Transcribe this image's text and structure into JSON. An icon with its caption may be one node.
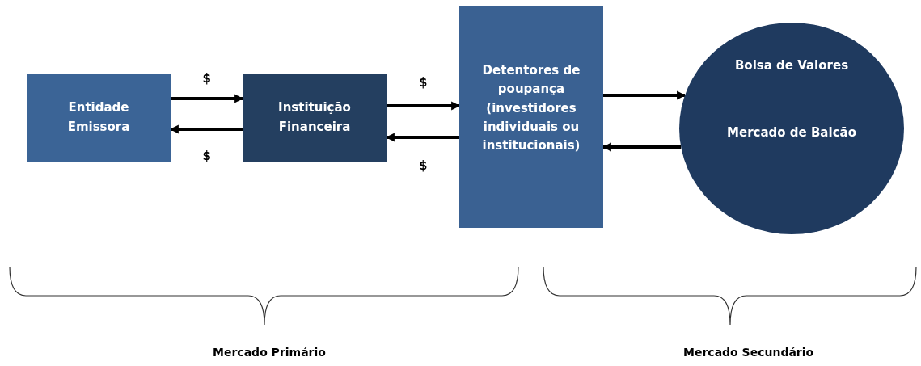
{
  "diagram": {
    "nodes": [
      {
        "text": [
          "Entidade Emissora"
        ]
      },
      {
        "text": [
          "Instituição Financeira"
        ]
      },
      {
        "text": [
          "Detentores de poupança (investidores individuais ou institucionais)"
        ]
      },
      {
        "text": [
          "Bolsa de Valores",
          "Mercado de Balcão"
        ]
      }
    ],
    "edges": [
      {
        "from": 0,
        "to": 1,
        "arrow": "to",
        "label": "$"
      },
      {
        "from": 1,
        "to": 0,
        "arrow": "to",
        "label": "$"
      },
      {
        "from": 1,
        "to": 2,
        "arrow": "to",
        "label": "$"
      },
      {
        "from": 2,
        "to": 1,
        "arrow": "to",
        "label": "$"
      },
      {
        "from": 2,
        "to": 3,
        "arrow": "to"
      },
      {
        "from": 3,
        "to": 2,
        "arrow": "to"
      }
    ],
    "labels": [
      "Mercado Primário",
      "Mercado Secundário"
    ]
  }
}
